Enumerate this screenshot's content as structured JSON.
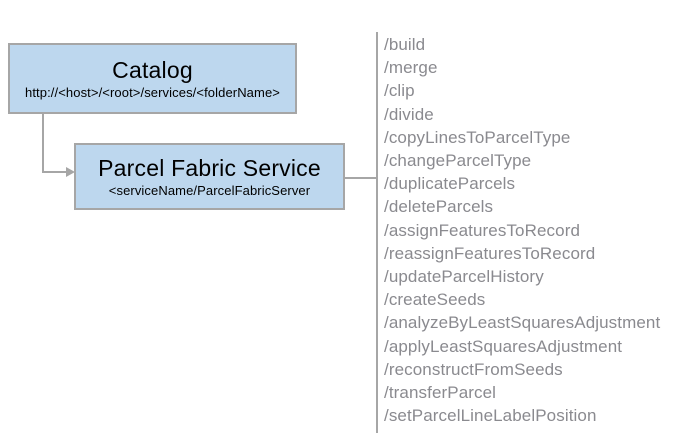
{
  "catalog": {
    "title": "Catalog",
    "subtitle": "http://<host>/<root>/services/<folderName>"
  },
  "service": {
    "title": "Parcel Fabric Service",
    "subtitle": "<serviceName/ParcelFabricServer"
  },
  "operations": [
    "/build",
    "/merge",
    "/clip",
    "/divide",
    "/copyLinesToParcelType",
    "/changeParcelType",
    "/duplicateParcels",
    "/deleteParcels",
    "/assignFeaturesToRecord",
    "/reassignFeaturesToRecord",
    "/updateParcelHistory",
    "/createSeeds",
    "/analyzeByLeastSquaresAdjustment",
    "/applyLeastSquaresAdjustment",
    "/reconstructFromSeeds",
    "/transferParcel",
    "/setParcelLineLabelPosition"
  ],
  "colors": {
    "box_fill": "#bdd7ee",
    "box_border": "#a6a6a6",
    "connector": "#a6a6a6",
    "box_text": "#000000",
    "list_text": "#8a8a8f"
  }
}
